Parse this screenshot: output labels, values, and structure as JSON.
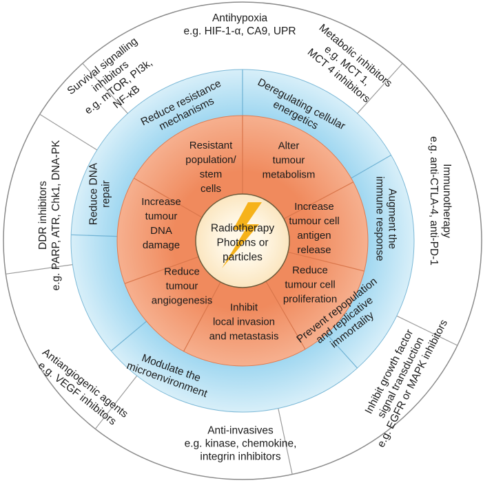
{
  "core": {
    "lines": [
      "Radiotherapy",
      "Photons or",
      "particles"
    ]
  },
  "inner_ring": [
    {
      "lines": [
        "Resistant",
        "population/",
        "stem",
        "cells"
      ]
    },
    {
      "lines": [
        "Alter",
        "tumour",
        "metabolism"
      ]
    },
    {
      "lines": [
        "Increase",
        "tumour cell",
        "antigen",
        "release"
      ]
    },
    {
      "lines": [
        "Reduce",
        "tumour cell",
        "proliferation"
      ]
    },
    {
      "lines": [
        "Inhibit",
        "local invasion",
        "and metastasis"
      ]
    },
    {
      "lines": [
        "Reduce",
        "tumour",
        "angiogenesis"
      ]
    },
    {
      "lines": [
        "Increase",
        "tumour",
        "DNA",
        "damage"
      ]
    }
  ],
  "middle_ring": [
    {
      "lines": [
        "Reduce resistance",
        "mechanisms"
      ]
    },
    {
      "lines": [
        "Deregulating cellular",
        "energetics"
      ]
    },
    {
      "lines": [
        "Augment the",
        "immune response"
      ]
    },
    {
      "lines": [
        "Prevent repopulation",
        "and replicative",
        "immortality"
      ]
    },
    {
      "lines": [
        "Modulate the",
        "microenvironment"
      ]
    },
    {
      "lines": [
        "Reduce DNA",
        "repair"
      ]
    }
  ],
  "outer_ring": [
    {
      "lines": [
        "Antihypoxia",
        "e.g. HIF-1-α, CA9, UPR"
      ]
    },
    {
      "lines": [
        "Metabolic inhibitors",
        "e.g. MCT 1,",
        "MCT 4 inhibitors"
      ]
    },
    {
      "lines": [
        "Immunotherapy",
        "e.g. anti-CTLA-4, anti-PD-1"
      ]
    },
    {
      "lines": [
        "Inhibit growth factor",
        "signal transduction",
        "e.g. EGFR or MAPK inhibitors"
      ]
    },
    {
      "lines": [
        "Anti-invasives",
        "e.g. kinase, chemokine,",
        "integrin inhibitors"
      ]
    },
    {
      "lines": [
        "Antiangiogenic agents",
        "e.g. VEGF inhibitors"
      ]
    },
    {
      "lines": [
        "DDR inhibitors",
        "e.g. PARP, ATR, Chk1, DNA-PK"
      ]
    },
    {
      "lines": [
        "Survival signalling",
        "inhibitors",
        "e.g. mTOR, PI3k,",
        "NF-κB"
      ]
    }
  ],
  "colors": {
    "outer_fill": "#ffffff",
    "ring_stroke": "#9a9a9a",
    "middle_fill": "#8fd0ee",
    "middle_edge": "#d8eff9",
    "inner_fill": "#f08a5d",
    "inner_edge": "#f6b08f",
    "core_fill": "#fbe6c0",
    "bolt": "#f6b21a"
  }
}
